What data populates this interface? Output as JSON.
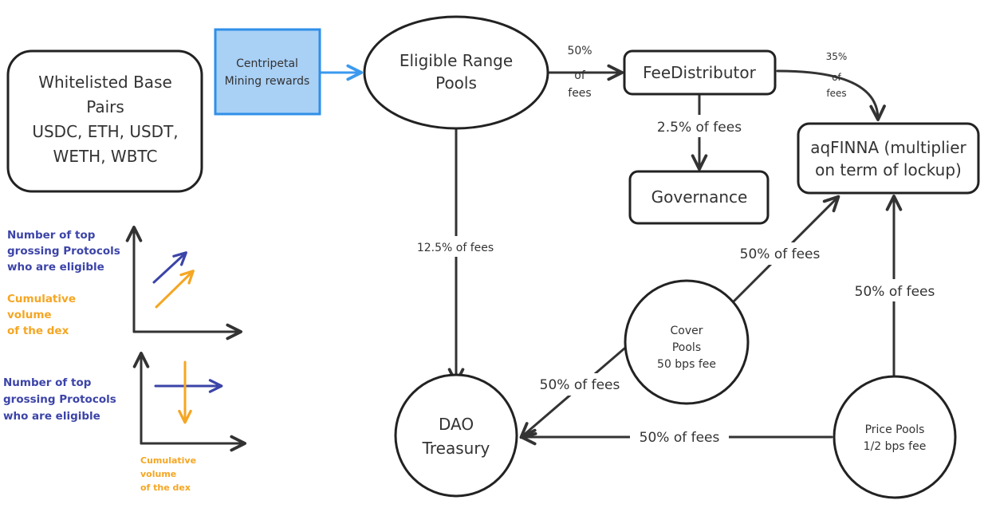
{
  "nodes": {
    "whitelisted": {
      "lines": [
        "Whitelisted Base",
        "Pairs",
        "USDC, ETH, USDT,",
        "WETH, WBTC"
      ]
    },
    "centripetal": {
      "lines": [
        "Centripetal",
        "Mining rewards"
      ]
    },
    "eligible_range": {
      "lines": [
        "Eligible Range",
        "Pools"
      ]
    },
    "fee_distributor": {
      "label": "FeeDistributor"
    },
    "governance": {
      "label": "Governance"
    },
    "aqfinna": {
      "lines": [
        "aqFINNA (multiplier",
        "on term of lockup)"
      ]
    },
    "cover_pools": {
      "lines": [
        "Cover",
        "Pools",
        "50 bps fee"
      ]
    },
    "dao_treasury": {
      "lines": [
        "DAO",
        "Treasury"
      ]
    },
    "price_pools": {
      "lines": [
        "Price Pools",
        "1/2 bps fee"
      ]
    }
  },
  "edges": {
    "range_to_distributor": {
      "lines": [
        "50%",
        "of",
        "fees"
      ]
    },
    "distributor_to_aqfinna": {
      "lines": [
        "35%",
        "of",
        "fees"
      ]
    },
    "distributor_to_governance": {
      "label": "2.5% of fees"
    },
    "range_to_treasury": {
      "label": "12.5% of fees"
    },
    "cover_to_aqfinna": {
      "label": "50% of fees"
    },
    "price_to_aqfinna": {
      "label": "50% of fees"
    },
    "cover_to_treasury": {
      "label": "50% of fees"
    },
    "price_to_treasury": {
      "label": "50% of fees"
    }
  },
  "legend": {
    "top": {
      "blue_lines": [
        "Number of top",
        "grossing Protocols",
        "who are eligible"
      ],
      "orange_lines": [
        "Cumulative",
        "volume",
        "of the dex"
      ]
    },
    "bottom": {
      "blue_lines": [
        "Number of top",
        "grossing Protocols",
        "who are eligible"
      ],
      "orange_lines": [
        "Cumulative",
        "volume",
        "of the dex"
      ]
    }
  },
  "colors": {
    "blue": "#3c44a8",
    "orange": "#f5a623",
    "highlight_fill": "#a9d0f5",
    "highlight_stroke": "#2f8fe8",
    "arrow_blue": "#3b9af0",
    "stroke": "#222222"
  }
}
